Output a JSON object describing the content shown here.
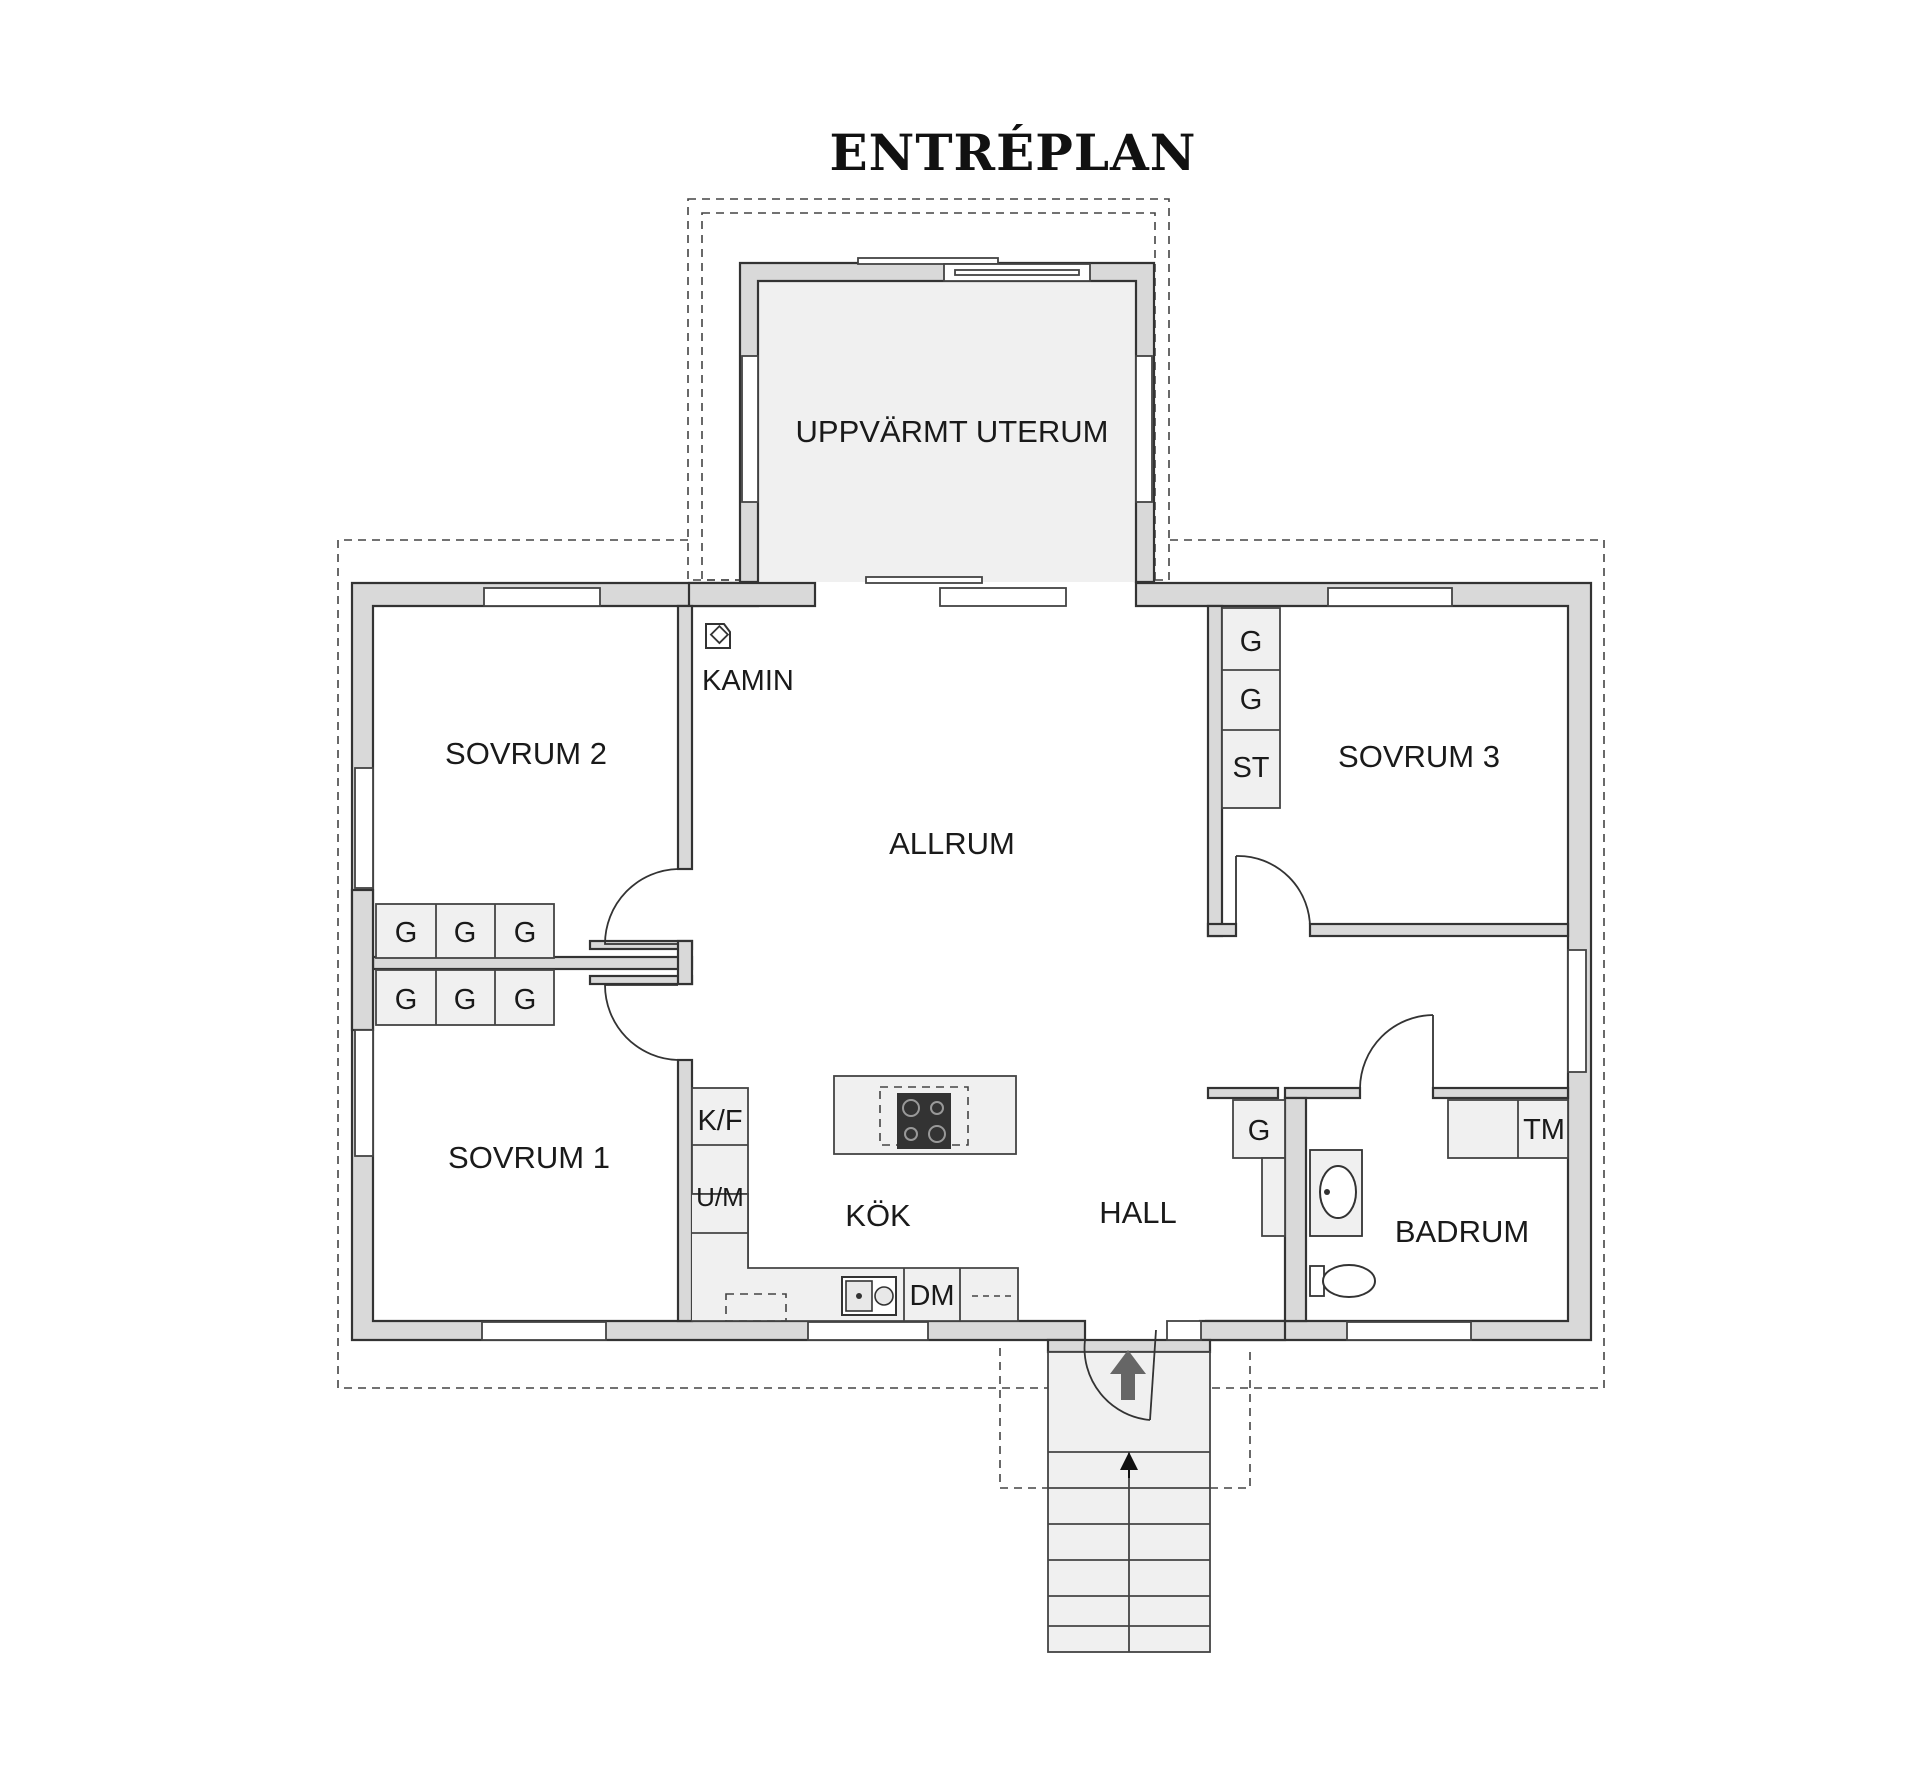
{
  "title": "ENTRÉPLAN",
  "rooms": {
    "uterum": "UPPVÄRMT UTERUM",
    "sovrum2": "SOVRUM 2",
    "sovrum1": "SOVRUM 1",
    "allrum": "ALLRUM",
    "sovrum3": "SOVRUM 3",
    "kok": "KÖK",
    "hall": "HALL",
    "badrum": "BADRUM"
  },
  "fixtures": {
    "kamin": "KAMIN",
    "garderob": "G",
    "stad": "ST",
    "kyl_frys": "K/F",
    "ugn_micro": "U/M",
    "diskmaskin": "DM",
    "tvattmaskin": "TM"
  },
  "colors": {
    "wall_fill": "#d9d9d9",
    "floor_fill": "#f0f0f0",
    "stroke": "#333333",
    "background": "#ffffff"
  }
}
